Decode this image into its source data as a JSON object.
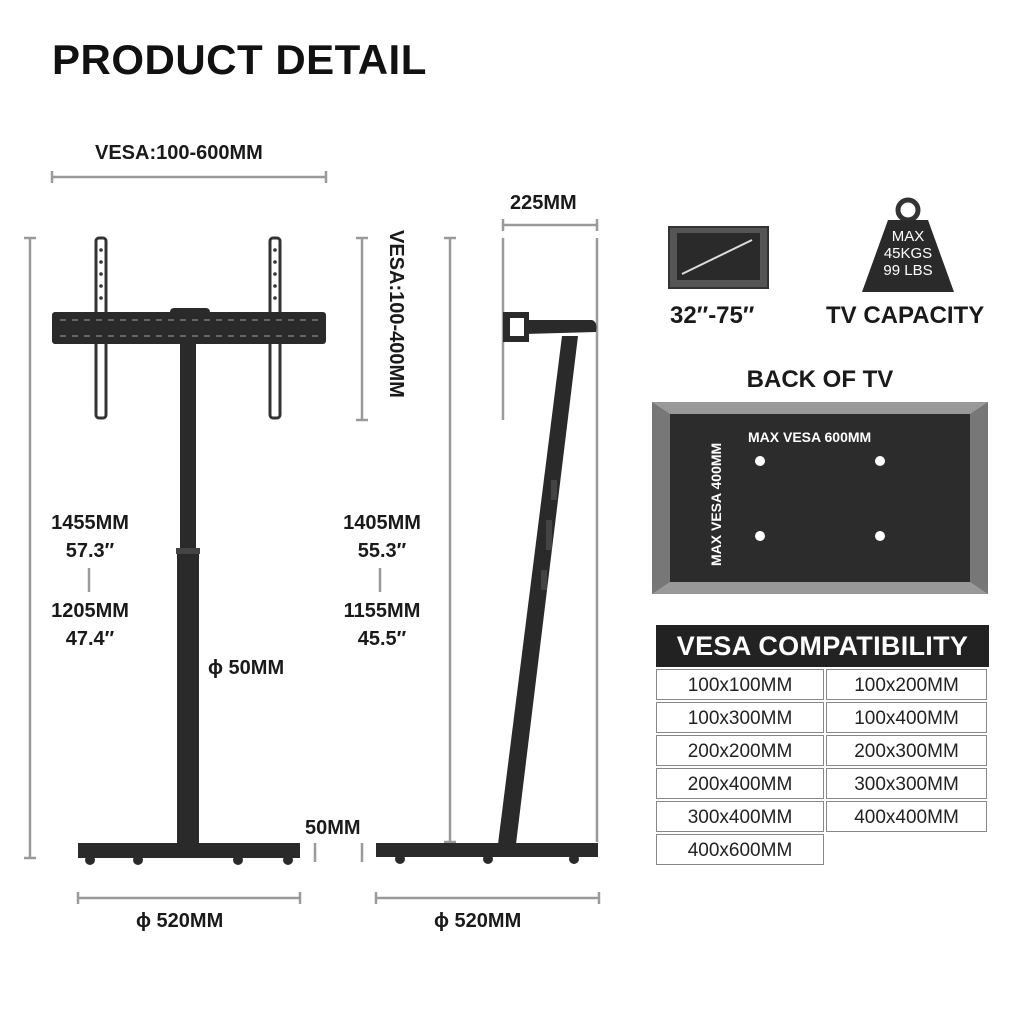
{
  "title": "PRODUCT DETAIL",
  "front_view": {
    "vesa_width": "VESA:100-600MM",
    "height_max_mm": "1455MM",
    "height_max_in": "57.3″",
    "height_min_mm": "1205MM",
    "height_min_in": "47.4″",
    "pole_diameter": "ϕ 50MM",
    "base_diameter": "ϕ 520MM",
    "base_height": "50MM"
  },
  "side_view": {
    "depth": "225MM",
    "vesa_height": "VESA:100-400MM",
    "height_max_mm": "1405MM",
    "height_max_in": "55.3″",
    "height_min_mm": "1155MM",
    "height_min_in": "45.5″",
    "base_diameter": "ϕ 520MM"
  },
  "tv_size": "32″-75″",
  "capacity": {
    "label": "TV CAPACITY",
    "weight_max": "MAX",
    "weight_kgs": "45KGS",
    "weight_lbs": "99 LBS"
  },
  "back_of_tv": {
    "heading": "BACK OF TV",
    "max_vesa_width": "MAX VESA 600MM",
    "max_vesa_height": "MAX VESA 400MM"
  },
  "vesa_compatibility": {
    "heading": "VESA COMPATIBILITY",
    "items": [
      "100x100MM",
      "100x200MM",
      "100x300MM",
      "100x400MM",
      "200x200MM",
      "200x300MM",
      "200x400MM",
      "300x300MM",
      "300x400MM",
      "400x400MM",
      "400x600MM"
    ]
  }
}
